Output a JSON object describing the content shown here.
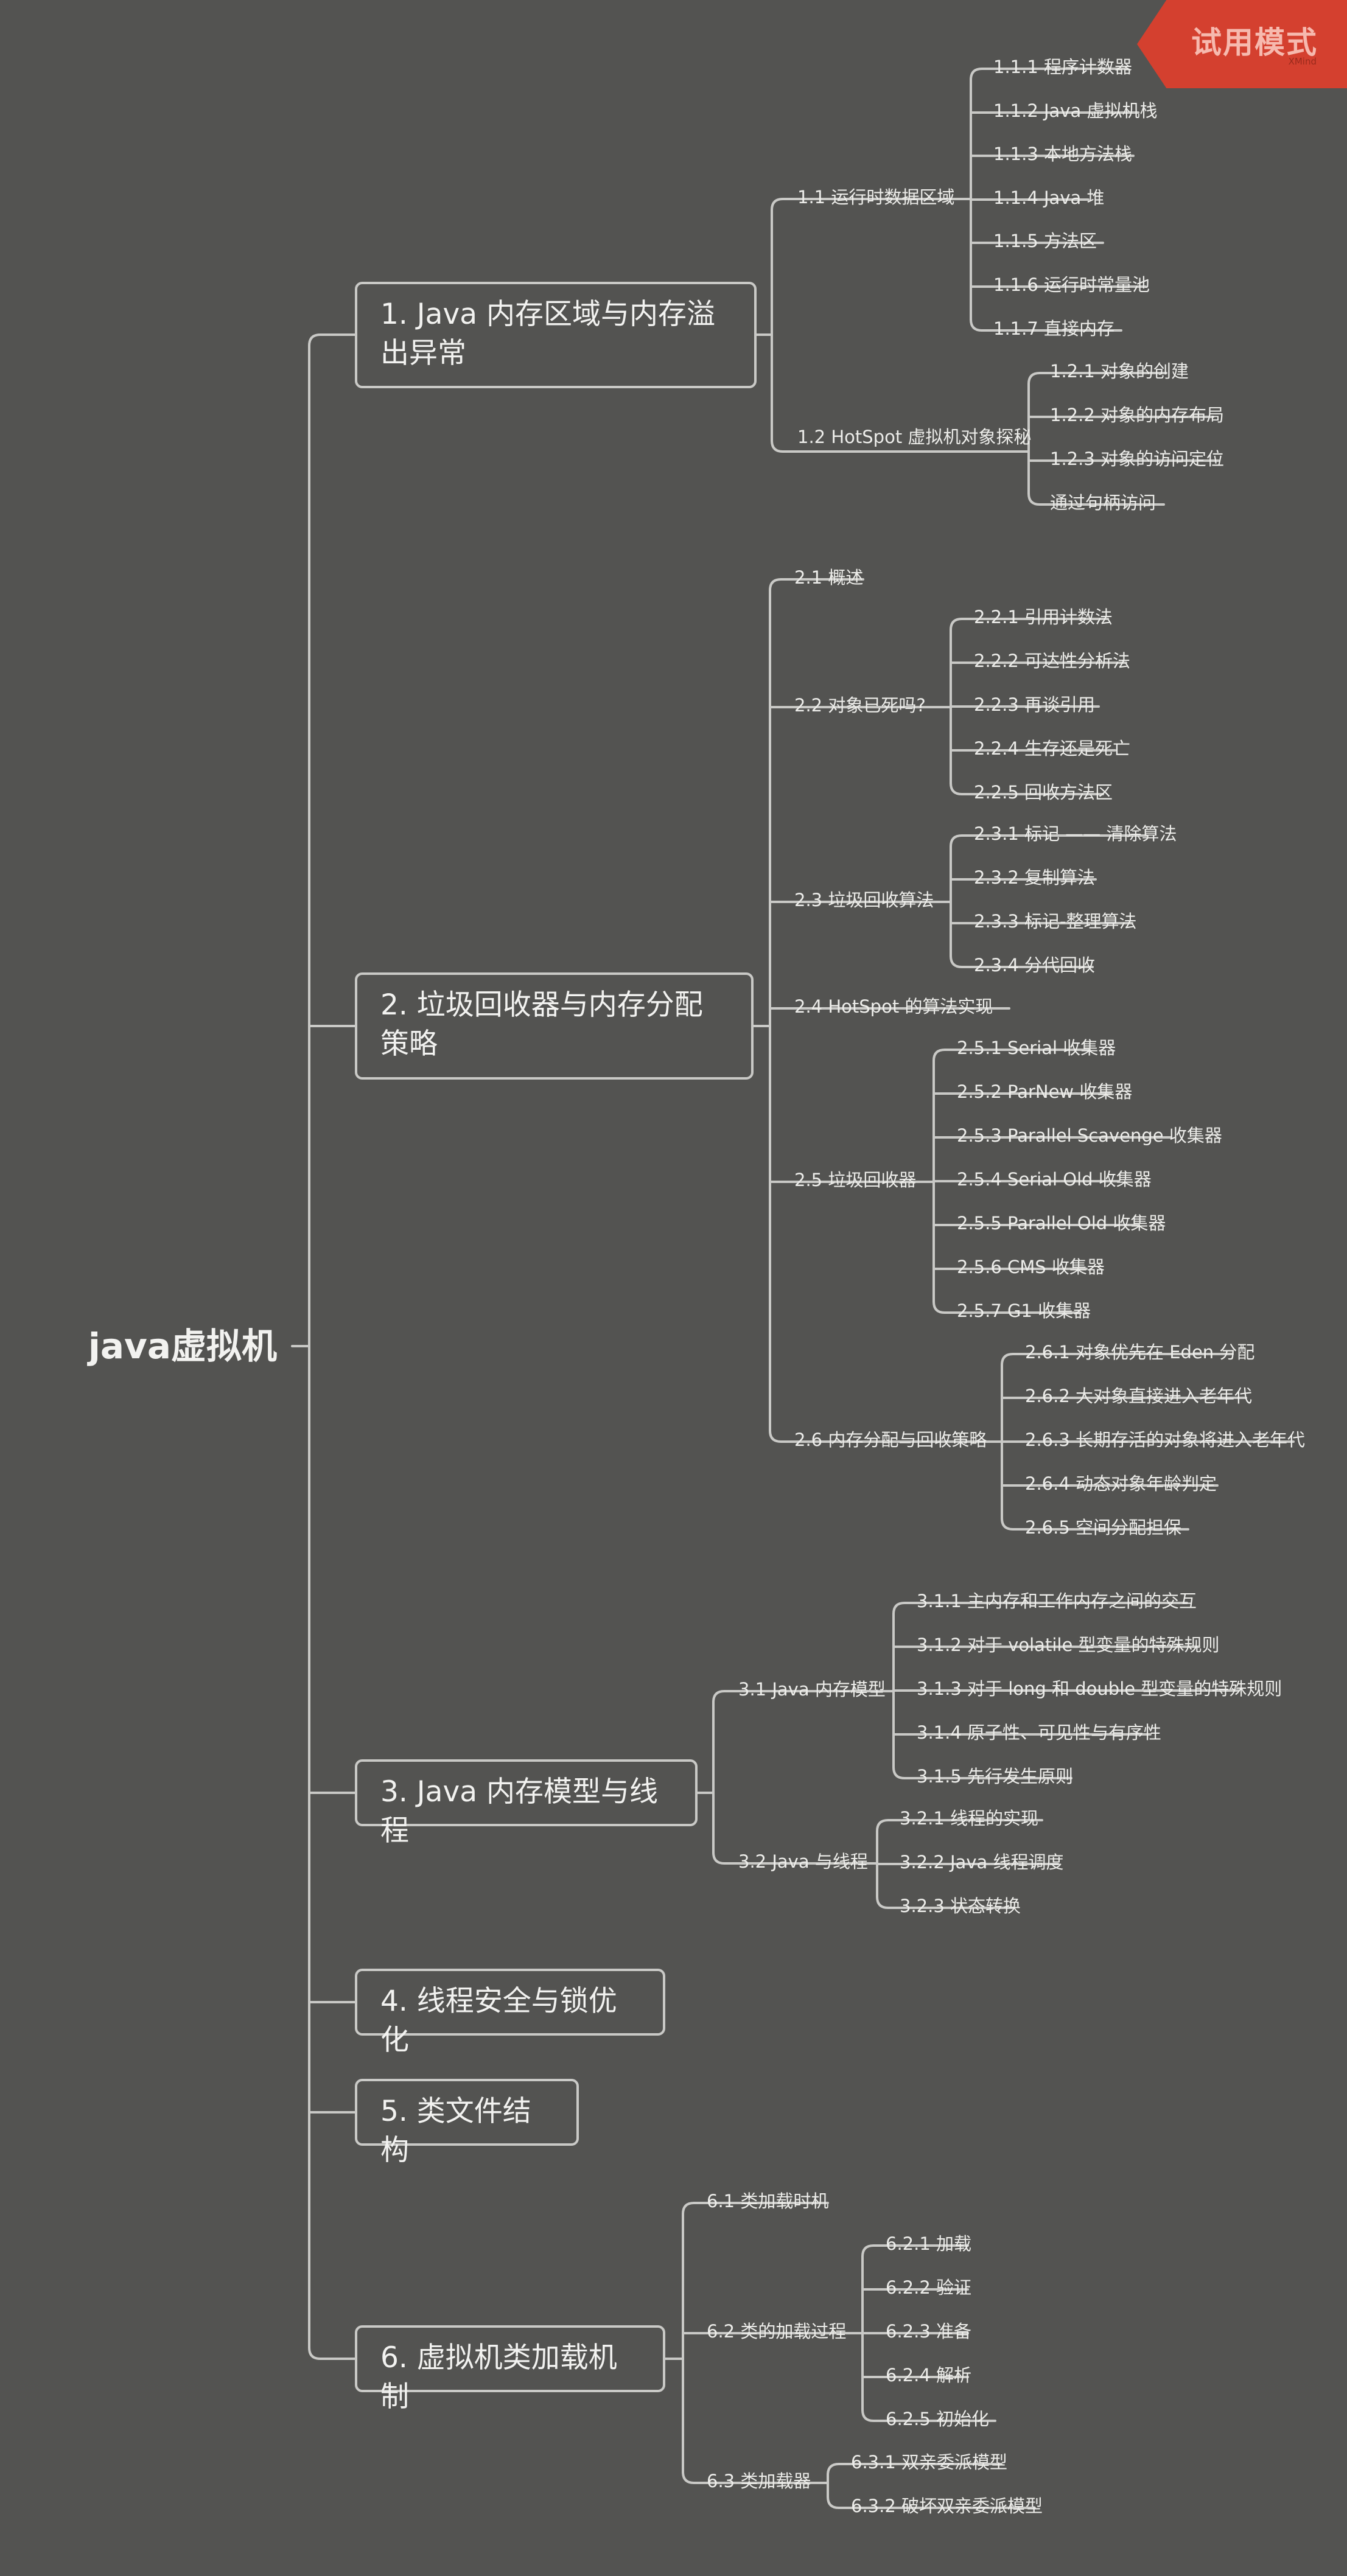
{
  "root": {
    "title": "java虚拟机"
  },
  "badge": {
    "text": "试用模式",
    "sub": "XMind"
  },
  "nodes": {
    "n1": "1. Java 内存区域与内存溢出异常",
    "n11": "1.1 运行时数据区域",
    "n111": "1.1.1 程序计数器",
    "n112": "1.1.2 Java 虚拟机栈",
    "n113": "1.1.3 本地方法栈",
    "n114": "1.1.4 Java 堆",
    "n115": "1.1.5 方法区",
    "n116": "1.1.6 运行时常量池",
    "n117": "1.1.7 直接内存",
    "n12": "1.2 HotSpot 虚拟机对象探秘",
    "n121": "1.2.1 对象的创建",
    "n122": "1.2.2 对象的内存布局",
    "n123": "1.2.3 对象的访问定位",
    "n124": "通过句柄访问",
    "n2": "2. 垃圾回收器与内存分配策略",
    "n21": "2.1 概述",
    "n22": "2.2 对象已死吗?",
    "n221": "2.2.1 引用计数法",
    "n222": "2.2.2 可达性分析法",
    "n223": "2.2.3 再谈引用",
    "n224": "2.2.4 生存还是死亡",
    "n225": "2.2.5 回收方法区",
    "n23": "2.3 垃圾回收算法",
    "n231": "2.3.1 标记 —— 清除算法",
    "n232": "2.3.2 复制算法",
    "n233": "2.3.3 标记-整理算法",
    "n234": "2.3.4 分代回收",
    "n24": "2.4 HotSpot 的算法实现",
    "n25": "2.5 垃圾回收器",
    "n251": "2.5.1 Serial 收集器",
    "n252": "2.5.2 ParNew 收集器",
    "n253": "2.5.3 Parallel Scavenge 收集器",
    "n254": "2.5.4 Serial Old 收集器",
    "n255": "2.5.5 Parallel Old 收集器",
    "n256": "2.5.6 CMS 收集器",
    "n257": "2.5.7 G1 收集器",
    "n26": "2.6 内存分配与回收策略",
    "n261": "2.6.1 对象优先在 Eden 分配",
    "n262": "2.6.2 大对象直接进入老年代",
    "n263": "2.6.3 长期存活的对象将进入老年代",
    "n264": "2.6.4 动态对象年龄判定",
    "n265": "2.6.5 空间分配担保",
    "n3": "3. Java 内存模型与线程",
    "n31": "3.1 Java 内存模型",
    "n311": "3.1.1 主内存和工作内存之间的交互",
    "n312": "3.1.2 对于 volatile 型变量的特殊规则",
    "n313": "3.1.3 对于 long 和 double 型变量的特殊规则",
    "n314": "3.1.4 原子性、可见性与有序性",
    "n315": "3.1.5 先行发生原则",
    "n32": "3.2 Java 与线程",
    "n321": "3.2.1 线程的实现",
    "n322": "3.2.2 Java 线程调度",
    "n323": "3.2.3 状态转换",
    "n4": "4. 线程安全与锁优化",
    "n5": "5. 类文件结构",
    "n6": "6. 虚拟机类加载机制",
    "n61": "6.1 类加载时机",
    "n62": "6.2 类的加载过程",
    "n621": "6.2.1 加载",
    "n622": "6.2.2 验证",
    "n623": "6.2.3 准备",
    "n624": "6.2.4 解析",
    "n625": "6.2.5 初始化",
    "n63": "6.3 类加载器",
    "n631": "6.3.1 双亲委派模型",
    "n632": "6.3.2 破坏双亲委派模型"
  }
}
